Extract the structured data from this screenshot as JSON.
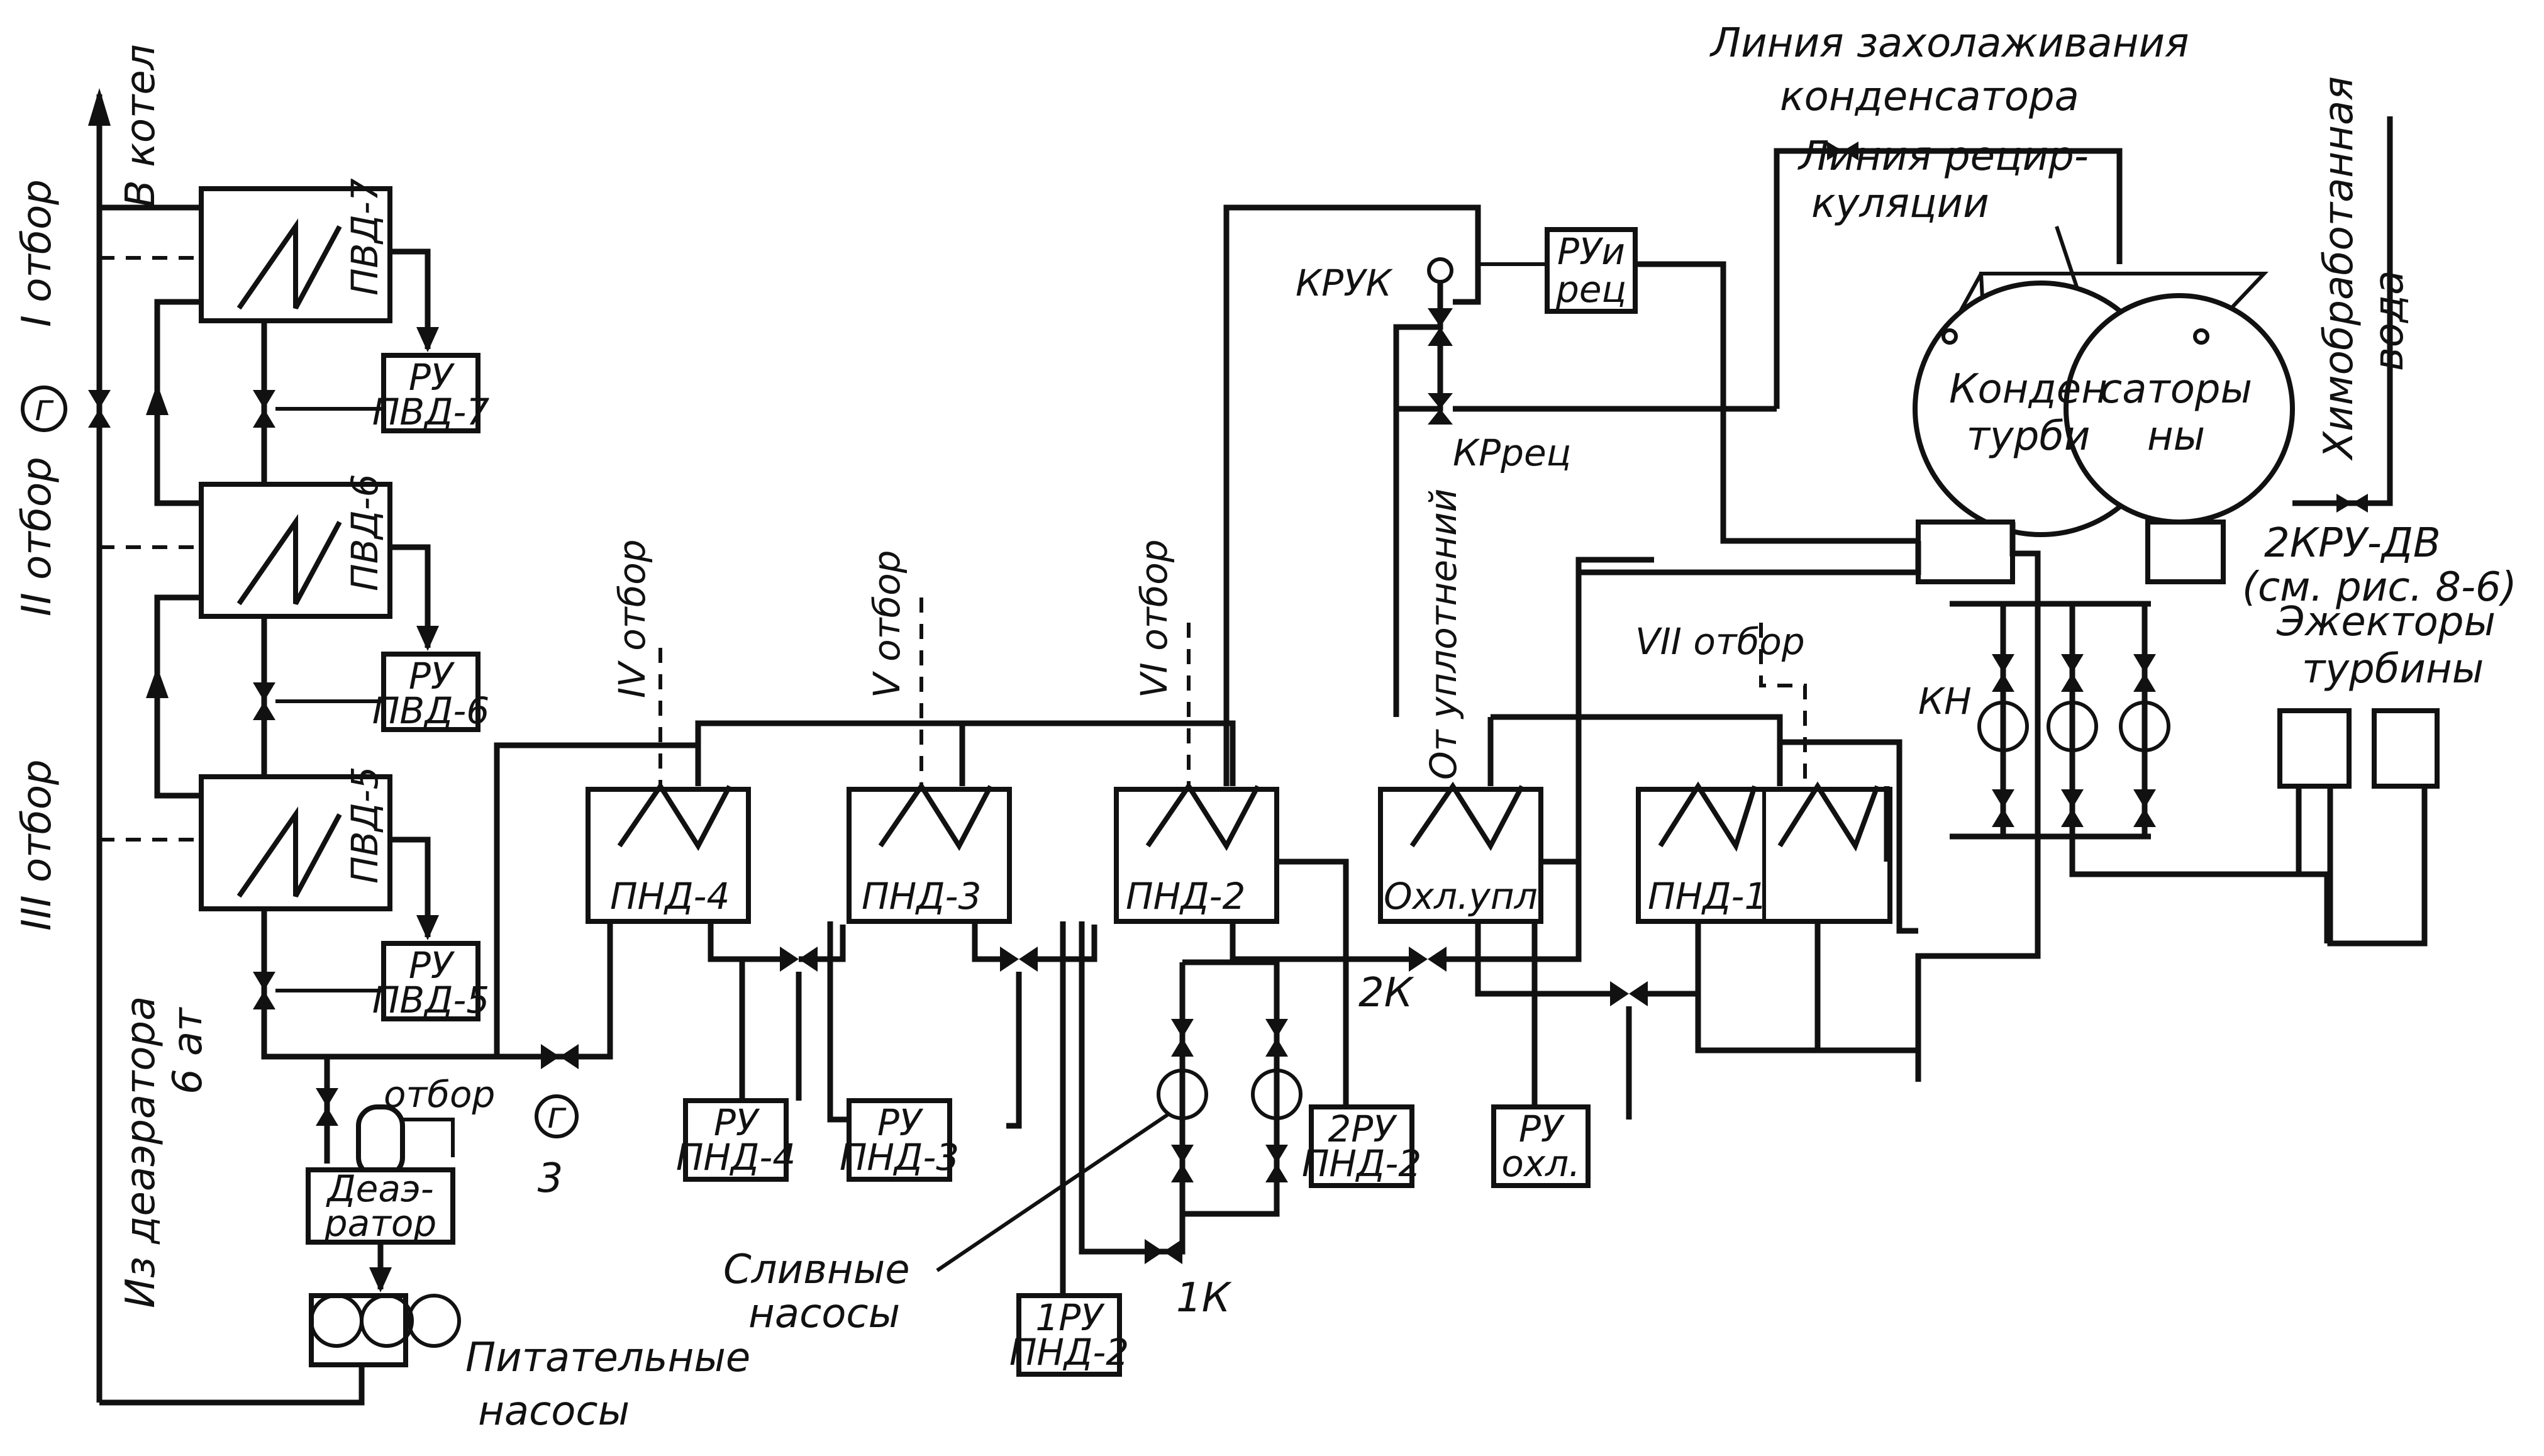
{
  "extractions": {
    "e1": "I отбор",
    "e2": "II отбор",
    "e3": "III отбор",
    "e4": "IV отбор",
    "e5": "V отбор",
    "e6": "VI отбор",
    "e7": "VII отбор",
    "e_deaerator": "отбор"
  },
  "labels": {
    "to_boiler": "В котел",
    "from_deaerator_l1": "Из деаэратора",
    "from_deaerator_l2": "6 ат",
    "deaerator_l1": "Деаэ-",
    "deaerator_l2": "ратор",
    "feed_pumps_l1": "Питательные",
    "feed_pumps_l2": "насосы",
    "drain_pumps_l1": "Сливные",
    "drain_pumps_l2": "насосы",
    "from_seals": "От уплотнений",
    "condenser_cooling_l1": "Линия захолаживания",
    "condenser_cooling_l2": "конденсатора",
    "recirc_l1": "Линия рецир-",
    "recirc_l2": "куляции",
    "condenser_a_l1": "Конден",
    "condenser_a_l2": "турби",
    "condenser_b_l1": "саторы",
    "condenser_b_l2": "ны",
    "chem_water_l1": "Химобработанная",
    "chem_water_l2": "вода",
    "kru_dv_l1": "2КРУ-ДВ",
    "kru_dv_l2": "(см. рис. 8-6)",
    "ejectors_l1": "Эжекторы",
    "ejectors_l2": "турбины",
    "kn": "КН",
    "kruk": "КРУК",
    "krrec": "КРрец",
    "valve_2k": "2К",
    "valve_1k": "1К",
    "valve_3": "3",
    "g": "г"
  },
  "heaters": {
    "pvd7": "ПВД-7",
    "pvd6": "ПВД-6",
    "pvd5": "ПВД-5",
    "pnd4": "ПНД-4",
    "pnd3": "ПНД-3",
    "pnd2": "ПНД-2",
    "ohl": "Охл.упл",
    "pnd1": "ПНД-1"
  },
  "ru_boxes": {
    "ru_pvd7_a": "РУ",
    "ru_pvd7_b": "ПВД-7",
    "ru_pvd6_a": "РУ",
    "ru_pvd6_b": "ПВД-6",
    "ru_pvd5_a": "РУ",
    "ru_pvd5_b": "ПВД-5",
    "ru_pnd4_a": "РУ",
    "ru_pnd4_b": "ПНД-4",
    "ru_pnd3_a": "РУ",
    "ru_pnd3_b": "ПНД-3",
    "ru2_pnd2_a": "2РУ",
    "ru2_pnd2_b": "ПНД-2",
    "ru1_pnd2_a": "1РУ",
    "ru1_pnd2_b": "ПНД-2",
    "ru_ohl_a": "РУ",
    "ru_ohl_b": "охл.",
    "ru_rec_a": "РУи",
    "ru_rec_b": "рец"
  }
}
